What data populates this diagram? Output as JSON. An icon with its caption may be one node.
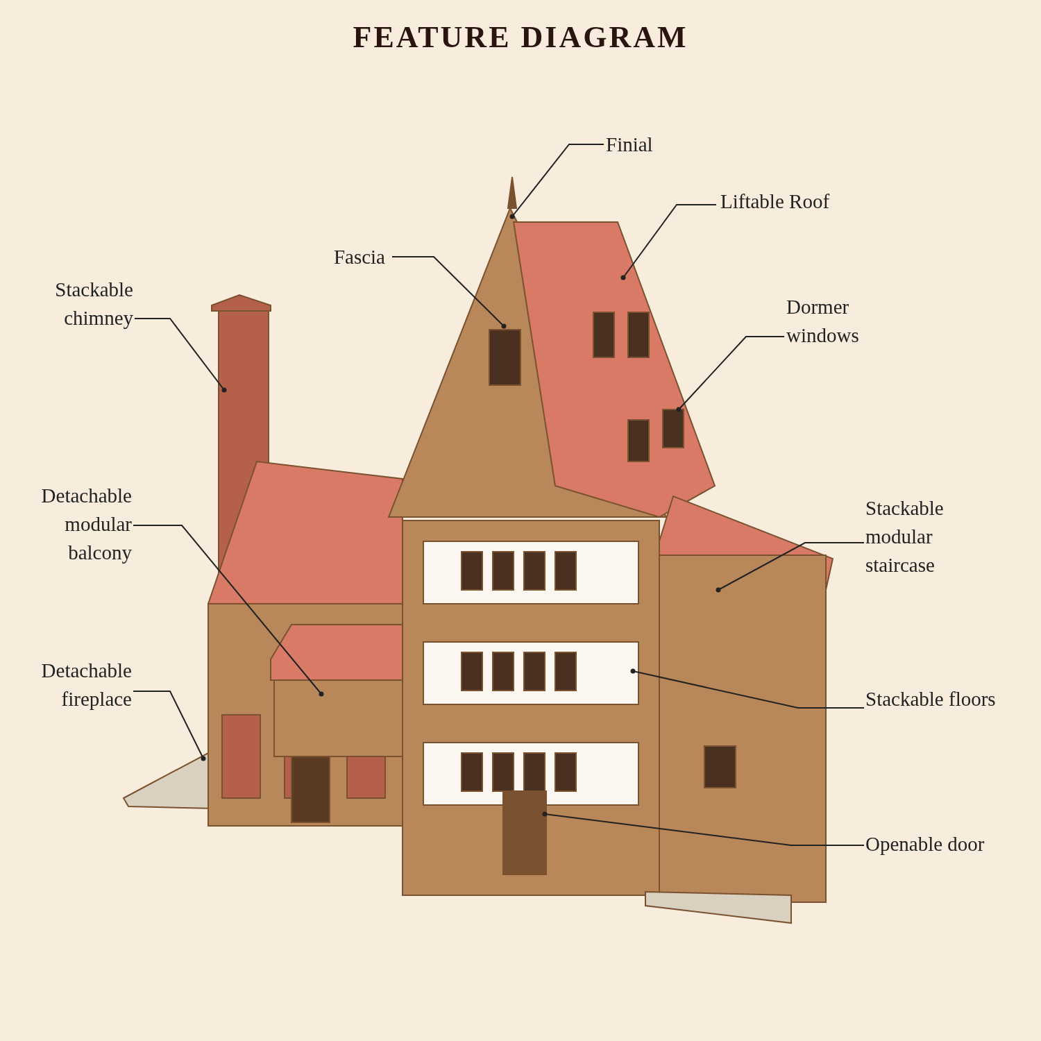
{
  "diagram": {
    "title": "FEATURE DIAGRAM",
    "nodes": [
      {
        "text": [
          "Finial"
        ]
      },
      {
        "text": [
          "Fascia"
        ]
      },
      {
        "text": [
          "Liftable Roof"
        ]
      },
      {
        "text": [
          "Stackable chimney"
        ]
      },
      {
        "text": [
          "Dormer windows"
        ]
      },
      {
        "text": [
          "Detachable modular balcony"
        ]
      },
      {
        "text": [
          "Stackable modular staircase"
        ]
      },
      {
        "text": [
          "Detachable fireplace"
        ]
      },
      {
        "text": [
          "Stackable floors"
        ]
      },
      {
        "text": [
          "Openable door"
        ]
      }
    ],
    "edges": [
      {
        "from": 0,
        "to": null,
        "arrow": "other"
      },
      {
        "from": 1,
        "to": null,
        "arrow": "other"
      },
      {
        "from": 2,
        "to": null,
        "arrow": "other"
      },
      {
        "from": 3,
        "to": null,
        "arrow": "other"
      },
      {
        "from": 4,
        "to": null,
        "arrow": "other"
      },
      {
        "from": 5,
        "to": null,
        "arrow": "other"
      },
      {
        "from": 6,
        "to": null,
        "arrow": "other"
      },
      {
        "from": 7,
        "to": null,
        "arrow": "other"
      },
      {
        "from": 8,
        "to": null,
        "arrow": "other"
      },
      {
        "from": 9,
        "to": null,
        "arrow": "other"
      }
    ]
  }
}
